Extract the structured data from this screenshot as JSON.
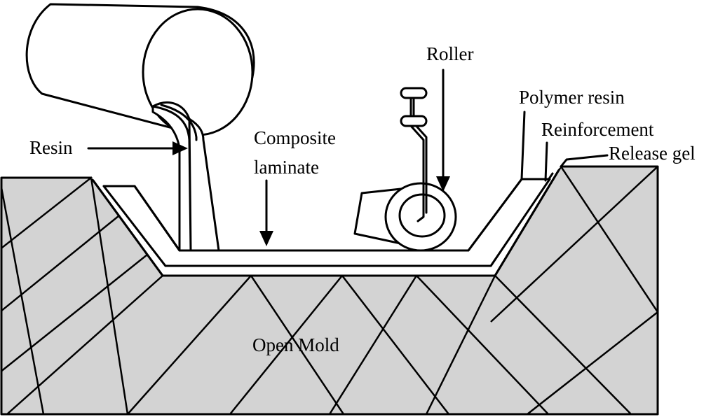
{
  "labels": {
    "resin": "Resin",
    "composite_line1": "Composite",
    "composite_line2": "laminate",
    "roller": "Roller",
    "polymer_resin": "Polymer resin",
    "reinforcement": "Reinforcement",
    "release_gel": "Release gel",
    "open_mold": "Open Mold"
  },
  "colors": {
    "mold_fill": "#d3d3d3",
    "stroke": "#000000",
    "background": "#ffffff"
  }
}
